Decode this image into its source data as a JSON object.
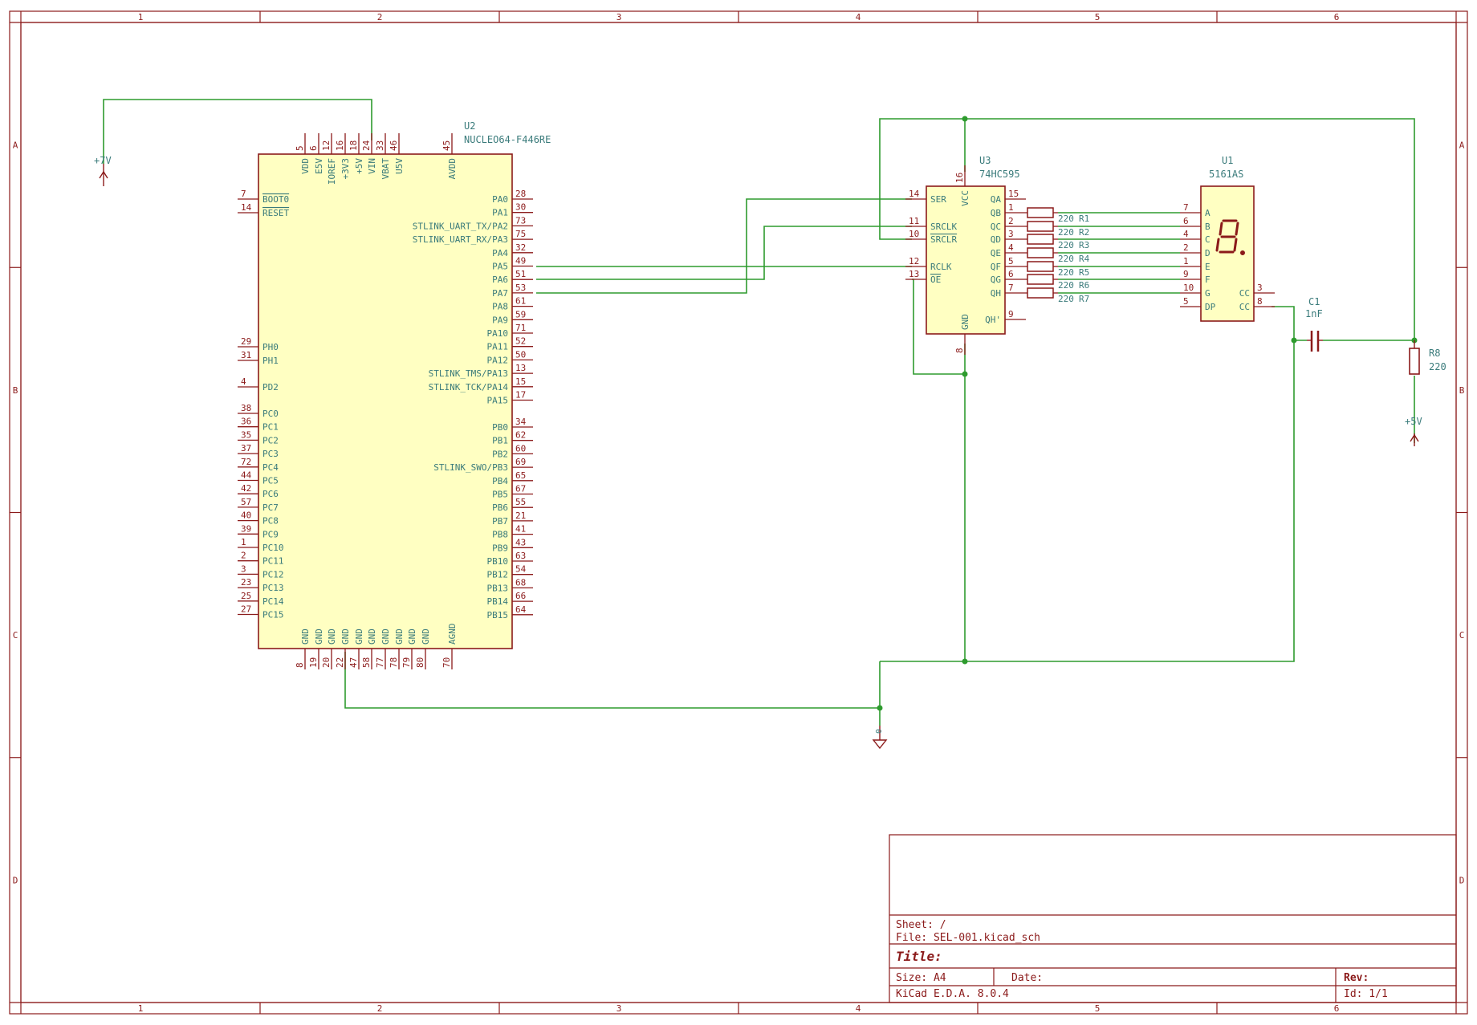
{
  "frame": {
    "columns": [
      "1",
      "2",
      "3",
      "4",
      "5",
      "6"
    ],
    "rows": [
      "A",
      "B",
      "C",
      "D"
    ],
    "colors": {
      "frame": "#8b1a1a",
      "wire": "#2e9b2e",
      "body": "#ffffc2",
      "text": "#3a7b7b",
      "pinnum": "#8b1a1a"
    }
  },
  "u2": {
    "ref": "U2",
    "value": "NUCLEO64-F446RE",
    "top_pins": [
      {
        "num": "5",
        "name": "VDD"
      },
      {
        "num": "6",
        "name": "E5V"
      },
      {
        "num": "12",
        "name": "IOREF"
      },
      {
        "num": "16",
        "name": "+3V3"
      },
      {
        "num": "18",
        "name": "+5V"
      },
      {
        "num": "24",
        "name": "VIN"
      },
      {
        "num": "33",
        "name": "VBAT"
      },
      {
        "num": "46",
        "name": "U5V"
      },
      {
        "num": "45",
        "name": "AVDD"
      }
    ],
    "left_pins": [
      {
        "num": "7",
        "name": "BOOT0"
      },
      {
        "num": "14",
        "name": "RESET"
      },
      {
        "num": "29",
        "name": "PH0"
      },
      {
        "num": "31",
        "name": "PH1"
      },
      {
        "num": "4",
        "name": "PD2"
      },
      {
        "num": "38",
        "name": "PC0"
      },
      {
        "num": "36",
        "name": "PC1"
      },
      {
        "num": "35",
        "name": "PC2"
      },
      {
        "num": "37",
        "name": "PC3"
      },
      {
        "num": "72",
        "name": "PC4"
      },
      {
        "num": "44",
        "name": "PC5"
      },
      {
        "num": "42",
        "name": "PC6"
      },
      {
        "num": "57",
        "name": "PC7"
      },
      {
        "num": "40",
        "name": "PC8"
      },
      {
        "num": "39",
        "name": "PC9"
      },
      {
        "num": "1",
        "name": "PC10"
      },
      {
        "num": "2",
        "name": "PC11"
      },
      {
        "num": "3",
        "name": "PC12"
      },
      {
        "num": "23",
        "name": "PC13"
      },
      {
        "num": "25",
        "name": "PC14"
      },
      {
        "num": "27",
        "name": "PC15"
      }
    ],
    "right_pins": [
      {
        "num": "28",
        "name": "PA0"
      },
      {
        "num": "30",
        "name": "PA1"
      },
      {
        "num": "73",
        "name": "STLINK_UART_TX/PA2"
      },
      {
        "num": "75",
        "name": "STLINK_UART_RX/PA3"
      },
      {
        "num": "32",
        "name": "PA4"
      },
      {
        "num": "49",
        "name": "PA5"
      },
      {
        "num": "51",
        "name": "PA6"
      },
      {
        "num": "53",
        "name": "PA7"
      },
      {
        "num": "61",
        "name": "PA8"
      },
      {
        "num": "59",
        "name": "PA9"
      },
      {
        "num": "71",
        "name": "PA10"
      },
      {
        "num": "52",
        "name": "PA11"
      },
      {
        "num": "50",
        "name": "PA12"
      },
      {
        "num": "13",
        "name": "STLINK_TMS/PA13"
      },
      {
        "num": "15",
        "name": "STLINK_TCK/PA14"
      },
      {
        "num": "17",
        "name": "PA15"
      },
      {
        "num": "34",
        "name": "PB0"
      },
      {
        "num": "62",
        "name": "PB1"
      },
      {
        "num": "60",
        "name": "PB2"
      },
      {
        "num": "69",
        "name": "STLINK_SWO/PB3"
      },
      {
        "num": "65",
        "name": "PB4"
      },
      {
        "num": "67",
        "name": "PB5"
      },
      {
        "num": "55",
        "name": "PB6"
      },
      {
        "num": "21",
        "name": "PB7"
      },
      {
        "num": "41",
        "name": "PB8"
      },
      {
        "num": "43",
        "name": "PB9"
      },
      {
        "num": "63",
        "name": "PB10"
      },
      {
        "num": "54",
        "name": "PB12"
      },
      {
        "num": "68",
        "name": "PB13"
      },
      {
        "num": "66",
        "name": "PB14"
      },
      {
        "num": "64",
        "name": "PB15"
      }
    ],
    "bottom_pins": [
      {
        "num": "8",
        "name": "GND"
      },
      {
        "num": "19",
        "name": "GND"
      },
      {
        "num": "20",
        "name": "GND"
      },
      {
        "num": "22",
        "name": "GND"
      },
      {
        "num": "47",
        "name": "GND"
      },
      {
        "num": "58",
        "name": "GND"
      },
      {
        "num": "77",
        "name": "GND"
      },
      {
        "num": "78",
        "name": "GND"
      },
      {
        "num": "79",
        "name": "GND"
      },
      {
        "num": "80",
        "name": "GND"
      },
      {
        "num": "70",
        "name": "AGND"
      }
    ]
  },
  "u3": {
    "ref": "U3",
    "value": "74HC595",
    "left_pins": [
      {
        "num": "14",
        "name": "SER"
      },
      {
        "num": "11",
        "name": "SRCLK"
      },
      {
        "num": "10",
        "name": "SRCLR"
      },
      {
        "num": "12",
        "name": "RCLK"
      },
      {
        "num": "13",
        "name": "OE"
      }
    ],
    "right_pins": [
      {
        "num": "15",
        "name": "QA"
      },
      {
        "num": "1",
        "name": "QB"
      },
      {
        "num": "2",
        "name": "QC"
      },
      {
        "num": "3",
        "name": "QD"
      },
      {
        "num": "4",
        "name": "QE"
      },
      {
        "num": "5",
        "name": "QF"
      },
      {
        "num": "6",
        "name": "QG"
      },
      {
        "num": "7",
        "name": "QH"
      },
      {
        "num": "9",
        "name": "QH'"
      }
    ],
    "top_pin": {
      "num": "16",
      "name": "VCC"
    },
    "bottom_pin": {
      "num": "8",
      "name": "GND"
    }
  },
  "u1": {
    "ref": "U1",
    "value": "5161AS",
    "left_pins": [
      {
        "num": "7",
        "name": "A"
      },
      {
        "num": "6",
        "name": "B"
      },
      {
        "num": "4",
        "name": "C"
      },
      {
        "num": "2",
        "name": "D"
      },
      {
        "num": "1",
        "name": "E"
      },
      {
        "num": "9",
        "name": "F"
      },
      {
        "num": "10",
        "name": "G"
      },
      {
        "num": "5",
        "name": "DP"
      }
    ],
    "right_pins": [
      {
        "num": "3",
        "name": "CC"
      },
      {
        "num": "8",
        "name": "CC"
      }
    ]
  },
  "resistors": [
    {
      "ref": "R1",
      "value": "220"
    },
    {
      "ref": "R2",
      "value": "220"
    },
    {
      "ref": "R3",
      "value": "220"
    },
    {
      "ref": "R4",
      "value": "220"
    },
    {
      "ref": "R5",
      "value": "220"
    },
    {
      "ref": "R6",
      "value": "220"
    },
    {
      "ref": "R7",
      "value": "220"
    }
  ],
  "r8": {
    "ref": "R8",
    "value": "220"
  },
  "c1": {
    "ref": "C1",
    "value": "1nF"
  },
  "power": {
    "v7": "+7V",
    "v5": "+5V",
    "gnd_label": "0"
  },
  "title_block": {
    "sheet": "Sheet: /",
    "file": "File: SEL-001.kicad_sch",
    "title": "Title:",
    "size": "Size: A4",
    "date": "Date:",
    "rev": "Rev:",
    "tool": "KiCad E.D.A. 8.0.4",
    "id": "Id: 1/1"
  }
}
